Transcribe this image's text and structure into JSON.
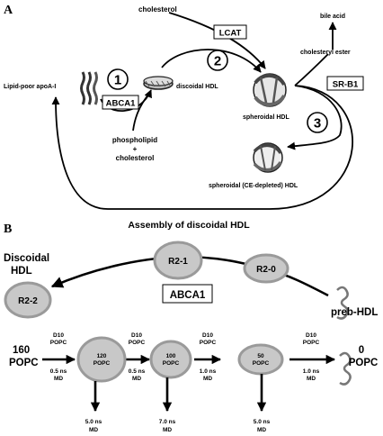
{
  "panel_a": {
    "label": "A",
    "cholesterol_top": "cholesterol",
    "lcat": "LCAT",
    "bile_acid": "bile acid",
    "cholesteryl_ester": "cholesteryl ester",
    "lipid_poor": "Lipid-poor apoA-I",
    "abca1": "ABCA1",
    "discoidal_hdl": "discoidal HDL",
    "spheroidal_hdl": "spheroidal HDL",
    "srb1": "SR-B1",
    "phospholipid": "phospholipid",
    "plus": "+",
    "cholesterol_bottom": "cholesterol",
    "ce_depleted": "spheroidal (CE-depleted) HDL",
    "steps": [
      "1",
      "2",
      "3"
    ]
  },
  "panel_b": {
    "label": "B",
    "title": "Assembly of discoidal HDL",
    "discoidal": "Discoidal",
    "hdl": "HDL",
    "r2_1": "R2-1",
    "r2_0": "R2-0",
    "r2_2": "R2-2",
    "abca1": "ABCA1",
    "preb_hdl": "preb-HDL",
    "start_count": "160",
    "popc": "POPC",
    "states": [
      {
        "count": "120",
        "unit": "POPC"
      },
      {
        "count": "100",
        "unit": "POPC"
      },
      {
        "count": "50",
        "unit": "POPC"
      },
      {
        "count": "0",
        "unit": "POPC"
      }
    ],
    "step_labels": [
      {
        "top1": "D10",
        "top2": "POPC",
        "bot1": "0.5 ns",
        "bot2": "MD"
      },
      {
        "top1": "D10",
        "top2": "POPC",
        "bot1": "0.5 ns",
        "bot2": "MD"
      },
      {
        "top1": "D10",
        "top2": "POPC",
        "bot1": "1.0 ns",
        "bot2": "MD"
      },
      {
        "top1": "D10",
        "top2": "POPC",
        "bot1": "1.0 ns",
        "bot2": "MD"
      }
    ],
    "down_labels": [
      {
        "l1": "5.0 ns",
        "l2": "MD"
      },
      {
        "l1": "7.0 ns",
        "l2": "MD"
      },
      {
        "l1": "5.0 ns",
        "l2": "MD"
      }
    ]
  }
}
